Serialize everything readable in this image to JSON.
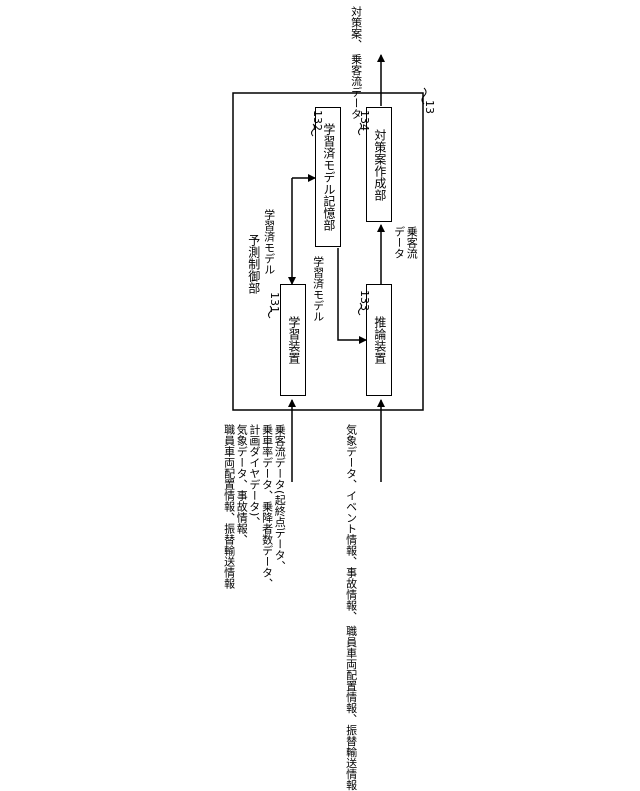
{
  "controller": {
    "label": "予測制御部",
    "ref": "13"
  },
  "blocks": {
    "learning_device": {
      "label": "学習装置",
      "ref": "131"
    },
    "model_storage": {
      "label": "学習済モデル記憶部",
      "ref": "132"
    },
    "inference_device": {
      "label": "推論装置",
      "ref": "133"
    },
    "plan_creation": {
      "label": "対策案作成部",
      "ref": "134"
    }
  },
  "flows": {
    "trained_model_a": "学習済モデル",
    "trained_model_b": "学習済モデル",
    "passenger_flow_data": "乗客流\nデータ"
  },
  "inputs": {
    "learning_lines": [
      "乗客流データ(起終点データ、",
      "乗車率データ、乗降者数データ、",
      "計画ダイヤデータ)、",
      "気象データ、事故情報、",
      "職員車両配置情報、振替輸送情報"
    ],
    "inference_lines": [
      "気象データ、イベント情報、事故情報、",
      "職員車両配置情報、振替輸送情報"
    ]
  },
  "output": {
    "lines": [
      "対策案、",
      "乗客流データ"
    ]
  }
}
